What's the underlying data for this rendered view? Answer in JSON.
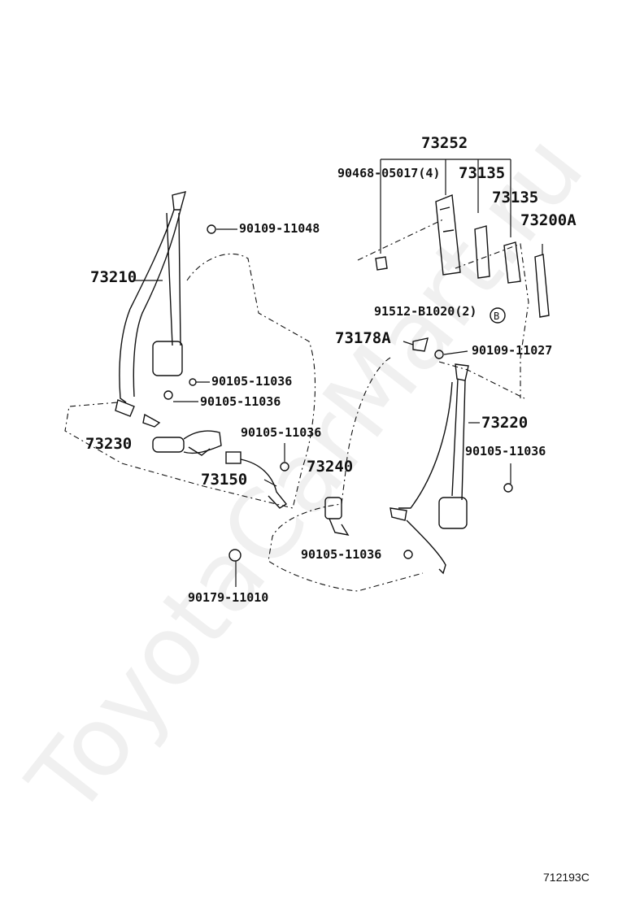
{
  "watermark": "ToyotaCarMart.ru",
  "figure_code": "712193C",
  "labels": {
    "p73252": "73252",
    "p90468": "90468-05017(4)",
    "p73135a": "73135",
    "p73135b": "73135",
    "p73200A": "73200A",
    "p90109_11048": "90109-11048",
    "p73210": "73210",
    "p91512": "91512-B1020(2)",
    "p73178A": "73178A",
    "p90109_11027": "90109-11027",
    "p90105_a": "90105-11036",
    "p90105_b": "90105-11036",
    "p73230": "73230",
    "p90105_c": "90105-11036",
    "p73220": "73220",
    "p73240": "73240",
    "p90105_d": "90105-11036",
    "p73150": "73150",
    "p90105_e": "90105-11036",
    "p90179": "90179-11010"
  },
  "marks": {
    "b_circle": "B"
  }
}
